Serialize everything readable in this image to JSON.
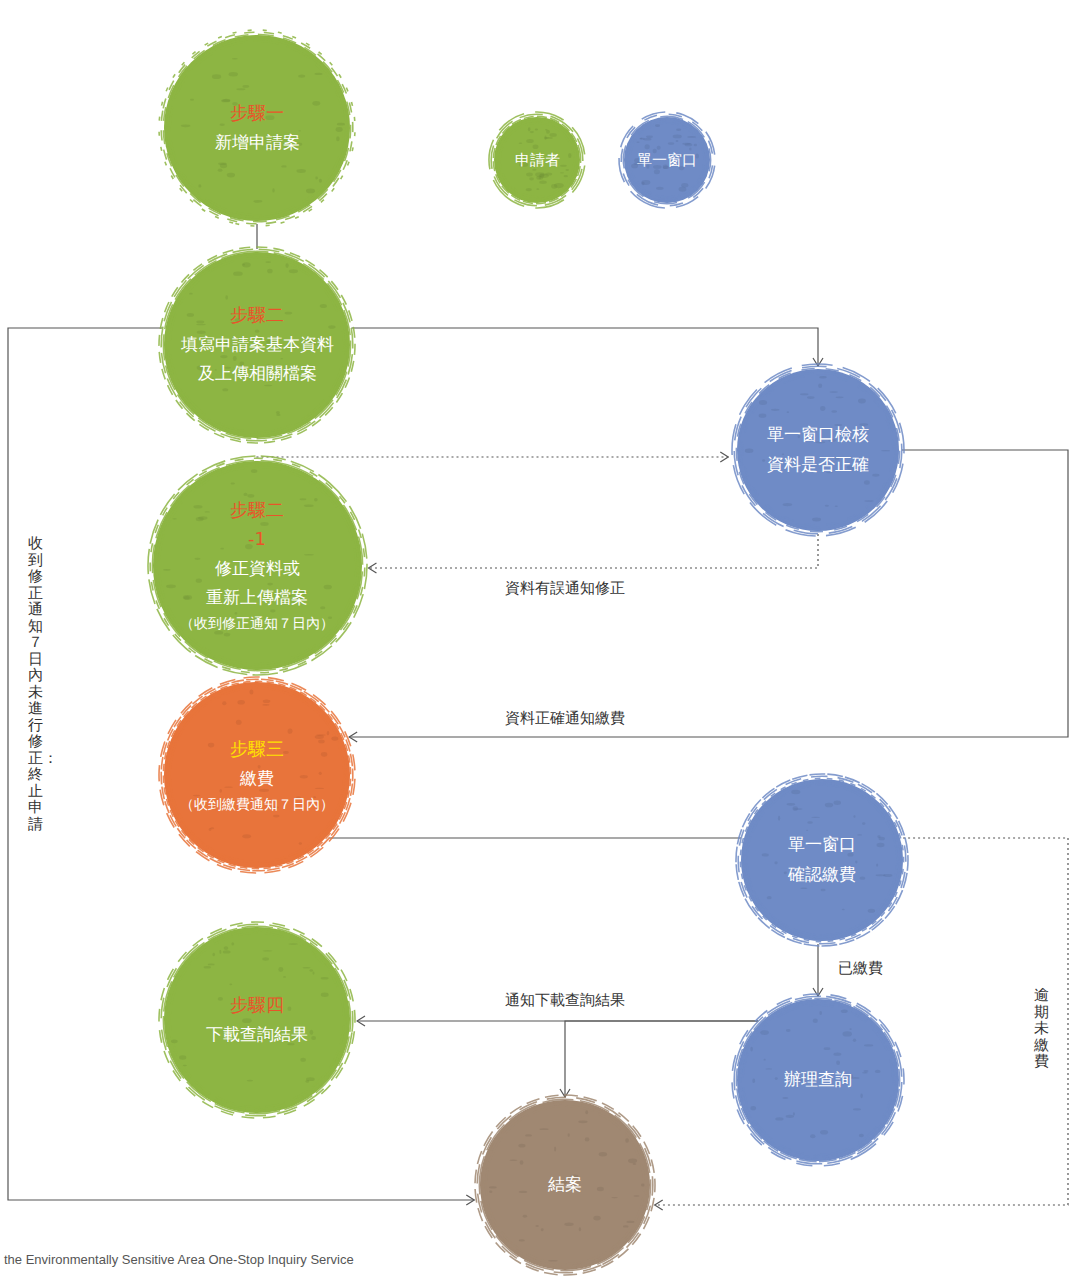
{
  "diagram": {
    "caption": "the Environmentally Sensitive Area One-Stop Inquiry Service",
    "nodes": [
      {
        "text": [
          "步驟一",
          "新增申請案"
        ]
      },
      {
        "text": [
          "步驟二",
          "填寫申請案基本資料 及上傳相關檔案"
        ]
      },
      {
        "text": [
          "單一窗口檢核 資料是否正確"
        ]
      },
      {
        "text": [
          "步驟二 -1",
          "修正資料或 重新上傳檔案",
          "（收到修正通知７日內）"
        ]
      },
      {
        "text": [
          "步驟三",
          "繳費",
          "（收到繳費通知７日內）"
        ]
      },
      {
        "text": [
          "單一窗口 確認繳費"
        ]
      },
      {
        "text": [
          "步驟四",
          "下載查詢結果"
        ]
      },
      {
        "text": [
          "辦理查詢"
        ]
      },
      {
        "text": [
          "結案"
        ]
      }
    ],
    "edges": [
      {
        "from": 0,
        "to": 1,
        "arrow": "none"
      },
      {
        "from": 1,
        "to": 2,
        "arrow": "to"
      },
      {
        "from": 3,
        "to": 2,
        "arrow": "to"
      },
      {
        "from": 2,
        "to": 3,
        "label": "資料有誤通知修正",
        "arrow": "to"
      },
      {
        "from": 2,
        "to": 4,
        "label": "資料正確通知繳費",
        "arrow": "to"
      },
      {
        "from": 4,
        "to": 5,
        "arrow": "none"
      },
      {
        "from": 5,
        "to": 7,
        "label": "已繳費",
        "arrow": "to"
      },
      {
        "from": 7,
        "to": 6,
        "label": "通知下載查詢結果",
        "arrow": "to"
      },
      {
        "from": 7,
        "to": 8,
        "arrow": "to"
      },
      {
        "from": 1,
        "to": 8,
        "label": "收到修正通知７日內未進行修正：終止申請",
        "arrow": "to"
      },
      {
        "from": 5,
        "to": 8,
        "label": "逾期未繳費",
        "arrow": "to"
      }
    ],
    "legend": [
      {
        "text": "申請者",
        "color": "#8db543"
      },
      {
        "text": "單一窗口",
        "color": "#6f8bc6"
      }
    ]
  }
}
